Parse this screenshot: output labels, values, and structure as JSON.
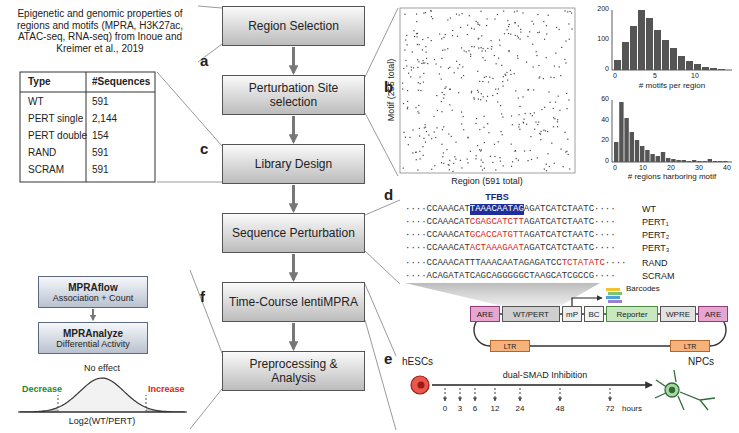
{
  "diagram": {
    "nodes": [
      {
        "text": [
          "Region Selection"
        ]
      },
      {
        "text": [
          "Perturbation Site selection"
        ]
      },
      {
        "text": [
          "Library Design"
        ]
      },
      {
        "text": [
          "Sequence Perturbation"
        ]
      },
      {
        "text": [
          "Time-Course lentiMPRA"
        ]
      },
      {
        "text": [
          "Preprocessing & Analysis"
        ]
      },
      {
        "text": [
          "MPRAflow",
          "Association + Count"
        ]
      },
      {
        "text": [
          "MPRAnalyze",
          "Differential Activity"
        ]
      },
      {
        "text": [
          "ARE"
        ]
      },
      {
        "text": [
          "WT/PERT"
        ]
      },
      {
        "text": [
          "mP"
        ]
      },
      {
        "text": [
          "BC"
        ]
      },
      {
        "text": [
          "Reporter"
        ]
      },
      {
        "text": [
          "WPRE"
        ]
      },
      {
        "text": [
          "ARE"
        ]
      },
      {
        "text": [
          "LTR"
        ]
      },
      {
        "text": [
          "LTR"
        ]
      }
    ],
    "edges": [
      {
        "from": 0,
        "to": 1,
        "arrow": "to"
      },
      {
        "from": 1,
        "to": 2,
        "arrow": "to"
      },
      {
        "from": 2,
        "to": 3,
        "arrow": "to"
      },
      {
        "from": 3,
        "to": 4,
        "arrow": "to"
      },
      {
        "from": 4,
        "to": 5,
        "arrow": "to"
      },
      {
        "from": 6,
        "to": 7,
        "arrow": "to"
      }
    ],
    "labels": [
      "a",
      "b",
      "c",
      "d",
      "e",
      "f",
      "Epigenetic and genomic properties of regions and motifs (MPRA, H3K27ac, ATAC-seq, RNA-seq) from Inoue and Kreimer et al., 2019",
      "Type",
      "#Sequences",
      "WT",
      "591",
      "PERT single",
      "2,144",
      "PERT double",
      "154",
      "RAND",
      "591",
      "SCRAM",
      "591",
      "Motif (255 total)",
      "Region (591 total)",
      "# motifs per region",
      "# regions harboring motif",
      "200",
      "100",
      "0",
      "0",
      "5",
      "10",
      "60",
      "40",
      "20",
      "0",
      "0",
      "10",
      "20",
      "30",
      "40",
      "TFBS",
      "····CCAAACAT",
      "TAAACAATAG",
      "AGATCATCTAATC····",
      "WT",
      "····CCAAACAT",
      "CGAGCATCTT",
      "AGATCATCTAATC····",
      "PERT₁",
      "····CCAAACAT",
      "GCACCATGTT",
      "AGATCATCTAATC····",
      "PERT₂",
      "····CCAAACAT",
      "ACTAAAGAAT",
      "AGATCATCTAATC····",
      "PERT₃",
      "····CCAAACATTTAAACAATAGAGATCC",
      "TCTATATC",
      "····",
      "RAND",
      "····ACAGATATCAGCAGGGGGCTAAGCATCGCCG····",
      "SCRAM",
      "Barcodes",
      "hESCs",
      "dual-SMAD Inhibition",
      "0",
      "3",
      "6",
      "12",
      "24",
      "48",
      "72",
      "hours",
      "NPCs",
      "No effect",
      "Decrease",
      "Increase",
      "Log2(WT/PERT)"
    ]
  }
}
